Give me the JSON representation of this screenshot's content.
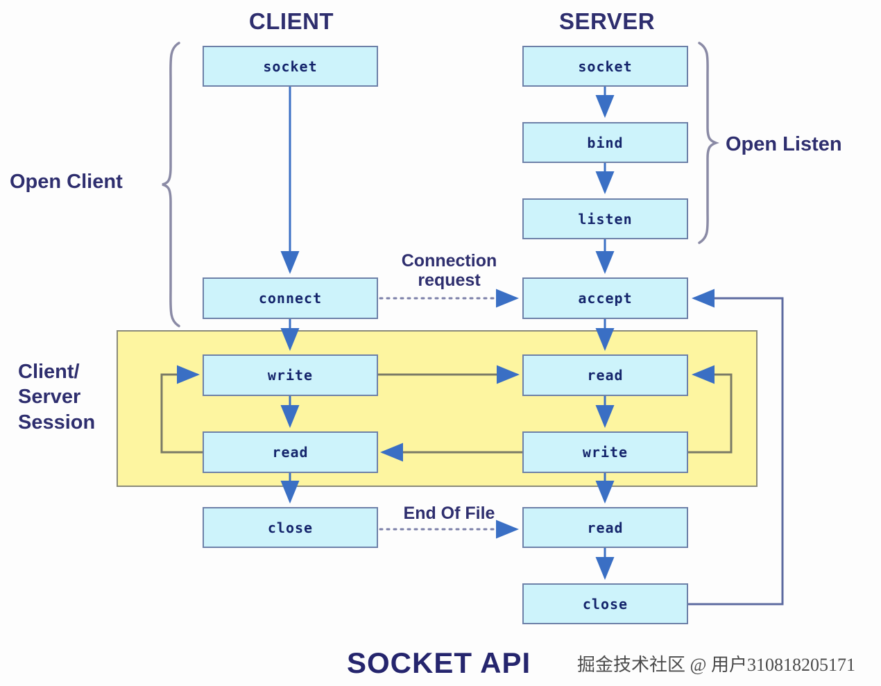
{
  "diagram": {
    "title": "SOCKET API",
    "watermark": "掘金技术社区 @ 用户310818205171",
    "colors": {
      "node_fill": "#cdf3fb",
      "node_stroke": "#6d80a8",
      "session_fill": "#fdf5a0",
      "session_stroke": "#8a8a7a",
      "text_navy": "#14246b",
      "label_navy": "#2e2e6e",
      "arrow_blue": "#3a6fc4",
      "gray_line": "#7a7a66"
    },
    "columns": [
      {
        "key": "client",
        "title": "CLIENT"
      },
      {
        "key": "server",
        "title": "SERVER"
      }
    ],
    "groups": [
      {
        "key": "open_client",
        "label": "Open Client"
      },
      {
        "key": "open_listen",
        "label": "Open Listen"
      },
      {
        "key": "session",
        "label": "Client/\nServer\nSession"
      }
    ],
    "client_nodes": [
      {
        "key": "socket",
        "label": "socket"
      },
      {
        "key": "connect",
        "label": "connect"
      },
      {
        "key": "write",
        "label": "write"
      },
      {
        "key": "read",
        "label": "read"
      },
      {
        "key": "close",
        "label": "close"
      }
    ],
    "server_nodes": [
      {
        "key": "socket",
        "label": "socket"
      },
      {
        "key": "bind",
        "label": "bind"
      },
      {
        "key": "listen",
        "label": "listen"
      },
      {
        "key": "accept",
        "label": "accept"
      },
      {
        "key": "read",
        "label": "read"
      },
      {
        "key": "write",
        "label": "write"
      },
      {
        "key": "read2",
        "label": "read"
      },
      {
        "key": "close",
        "label": "close"
      }
    ],
    "edge_labels": [
      {
        "key": "connection_request",
        "label": "Connection\nrequest"
      },
      {
        "key": "end_of_file",
        "label": "End Of File"
      }
    ]
  }
}
